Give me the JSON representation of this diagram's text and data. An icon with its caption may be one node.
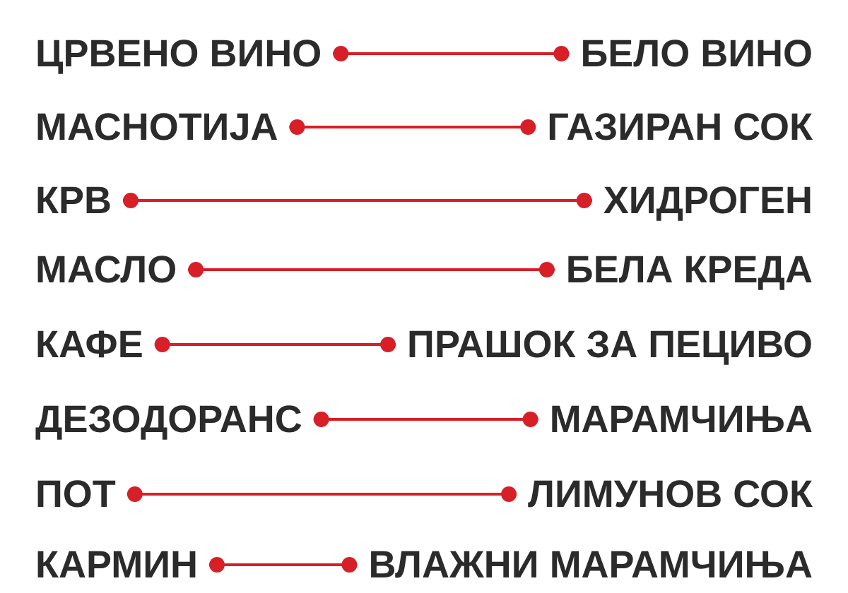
{
  "diagram": {
    "nodes": [
      {
        "text": [
          "ЦРВЕНО ВИНО"
        ]
      },
      {
        "text": [
          "БЕЛО ВИНО"
        ]
      },
      {
        "text": [
          "МАСНОТИЈА"
        ]
      },
      {
        "text": [
          "ГАЗИРАН СОК"
        ]
      },
      {
        "text": [
          "КРВ"
        ]
      },
      {
        "text": [
          "ХИДРОГЕН"
        ]
      },
      {
        "text": [
          "МАСЛО"
        ]
      },
      {
        "text": [
          "БЕЛА КРЕДА"
        ]
      },
      {
        "text": [
          "КАФЕ"
        ]
      },
      {
        "text": [
          "ПРАШОК ЗА ПЕЦИВО"
        ]
      },
      {
        "text": [
          "ДЕЗОДОРАНС"
        ]
      },
      {
        "text": [
          "МАРАМЧИЊА"
        ]
      },
      {
        "text": [
          "ПОТ"
        ]
      },
      {
        "text": [
          "ЛИМУНОВ СОК"
        ]
      },
      {
        "text": [
          "КАРМИН"
        ]
      },
      {
        "text": [
          "ВЛАЖНИ МАРАМЧИЊА"
        ]
      }
    ],
    "edges": [
      {
        "from": 0,
        "to": 1,
        "arrow": "other"
      },
      {
        "from": 2,
        "to": 3,
        "arrow": "other"
      },
      {
        "from": 4,
        "to": 5,
        "arrow": "other"
      },
      {
        "from": 6,
        "to": 7,
        "arrow": "other"
      },
      {
        "from": 8,
        "to": 9,
        "arrow": "other"
      },
      {
        "from": 10,
        "to": 11,
        "arrow": "other"
      },
      {
        "from": 12,
        "to": 13,
        "arrow": "other"
      },
      {
        "from": 14,
        "to": 15,
        "arrow": "other"
      }
    ]
  }
}
